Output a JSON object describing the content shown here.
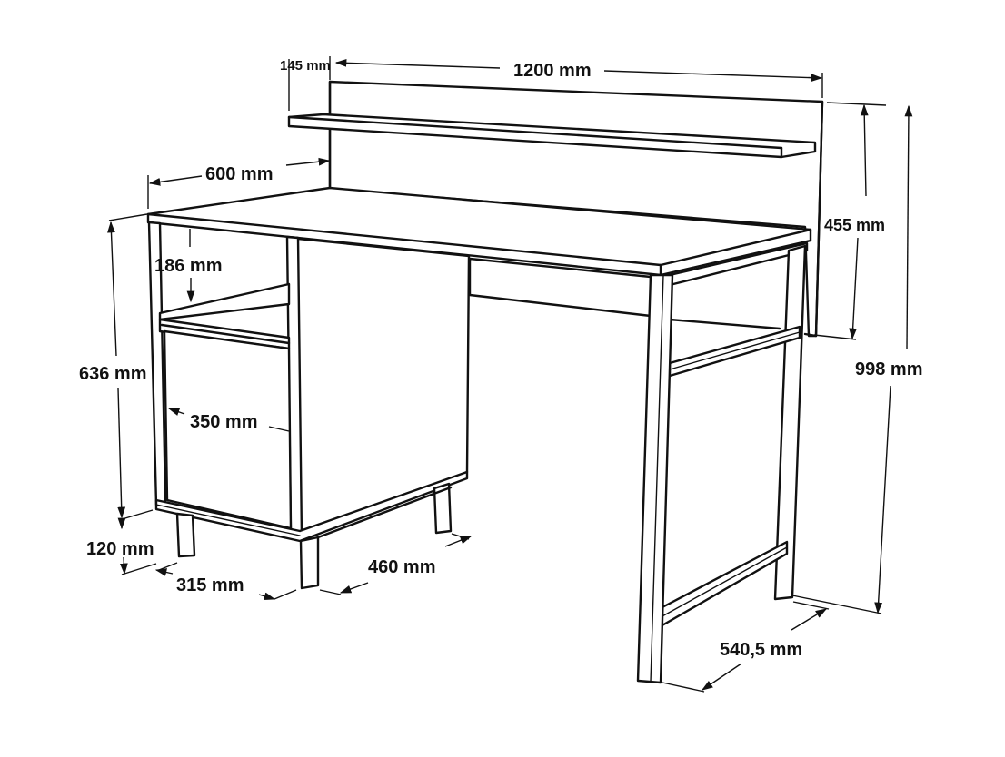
{
  "diagram": {
    "subject": "Desk with hutch shelf and side cabinet",
    "style": "black line art on white background",
    "colors": {
      "line": "#111111",
      "background": "#ffffff"
    }
  },
  "dimensions": {
    "shelf_depth": "145 mm",
    "total_width": "1200 mm",
    "desk_depth": "600 mm",
    "hutch_height": "455 mm",
    "total_height": "998 mm",
    "open_shelf_height": "186 mm",
    "cabinet_height": "636 mm",
    "door_height": "350 mm",
    "leg_height": "120 mm",
    "cabinet_width": "315 mm",
    "cabinet_depth": "460 mm",
    "frame_depth": "540,5 mm"
  }
}
